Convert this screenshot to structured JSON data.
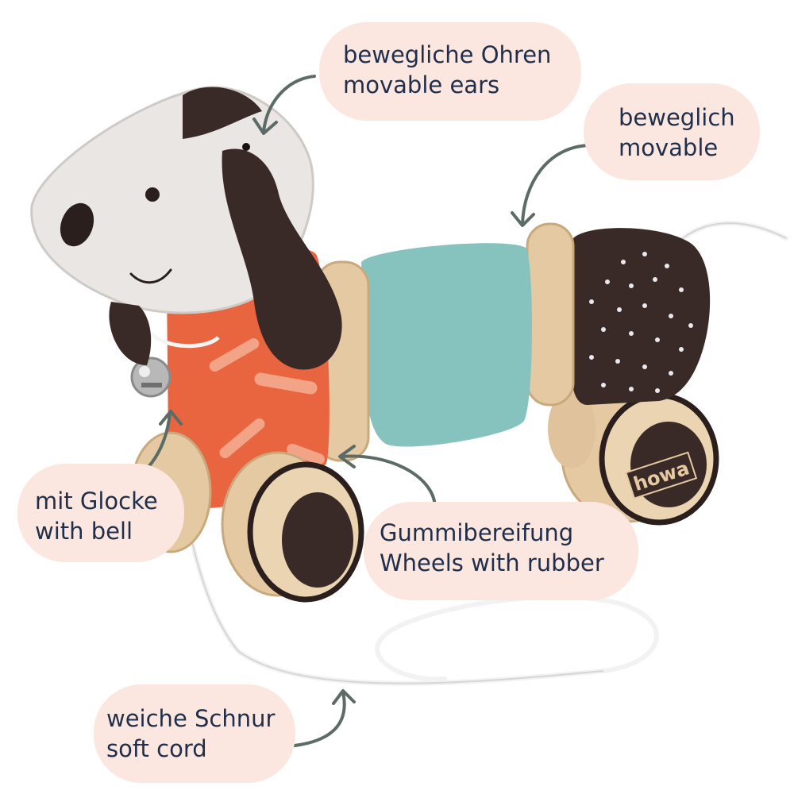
{
  "callouts": {
    "ears": {
      "de": "bewegliche Ohren",
      "en": "movable ears"
    },
    "body": {
      "de": "beweglich",
      "en": "movable"
    },
    "bell": {
      "de": "mit Glocke",
      "en": "with bell"
    },
    "wheels": {
      "de": "Gummibereifung",
      "en": "Wheels with rubber"
    },
    "cord": {
      "de": "weiche Schnur",
      "en": "soft cord"
    }
  },
  "brand_logo": "howa",
  "colors": {
    "bubble": "#fbe7df",
    "text": "#1f2e4a",
    "arrow": "#5c6b66",
    "head": "#e9e6e3",
    "dark_brown": "#3a2a27",
    "orange": "#e8653f",
    "teal": "#86c3be",
    "wood": "#e4c9a2"
  }
}
